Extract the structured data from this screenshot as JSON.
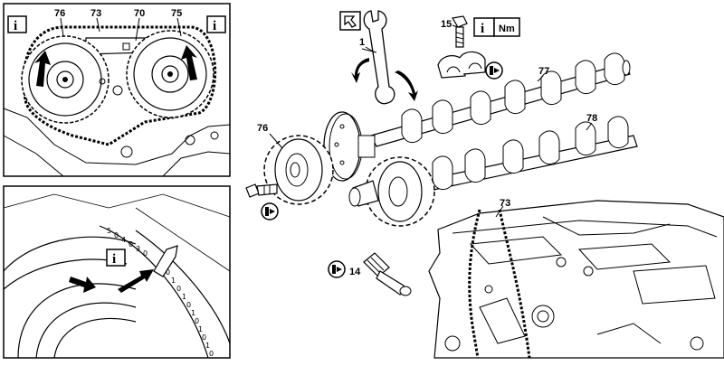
{
  "panels": {
    "top_left": {
      "labels": {
        "sprocket_left": "76",
        "chain": "73",
        "guide": "70",
        "sprocket_right": "75"
      },
      "info_icon": "i"
    },
    "bottom_left": {
      "info_icon": "i",
      "scale_marks": [
        "5",
        "0",
        "4",
        "0",
        "3",
        "0",
        "2",
        "0",
        "1",
        "0",
        "1",
        "0",
        "1",
        "0",
        "1",
        "0",
        "1",
        "0"
      ]
    },
    "main": {
      "labels": {
        "wrench": "1",
        "bolt": "15",
        "exhaust_camshaft": "77",
        "intake_camshaft": "78",
        "sprocket": "76",
        "chain": "73",
        "plug": "14"
      },
      "info_icon": "i",
      "torque_icon": "Nm",
      "tool_icon": "wrench-symbol-icon"
    }
  }
}
